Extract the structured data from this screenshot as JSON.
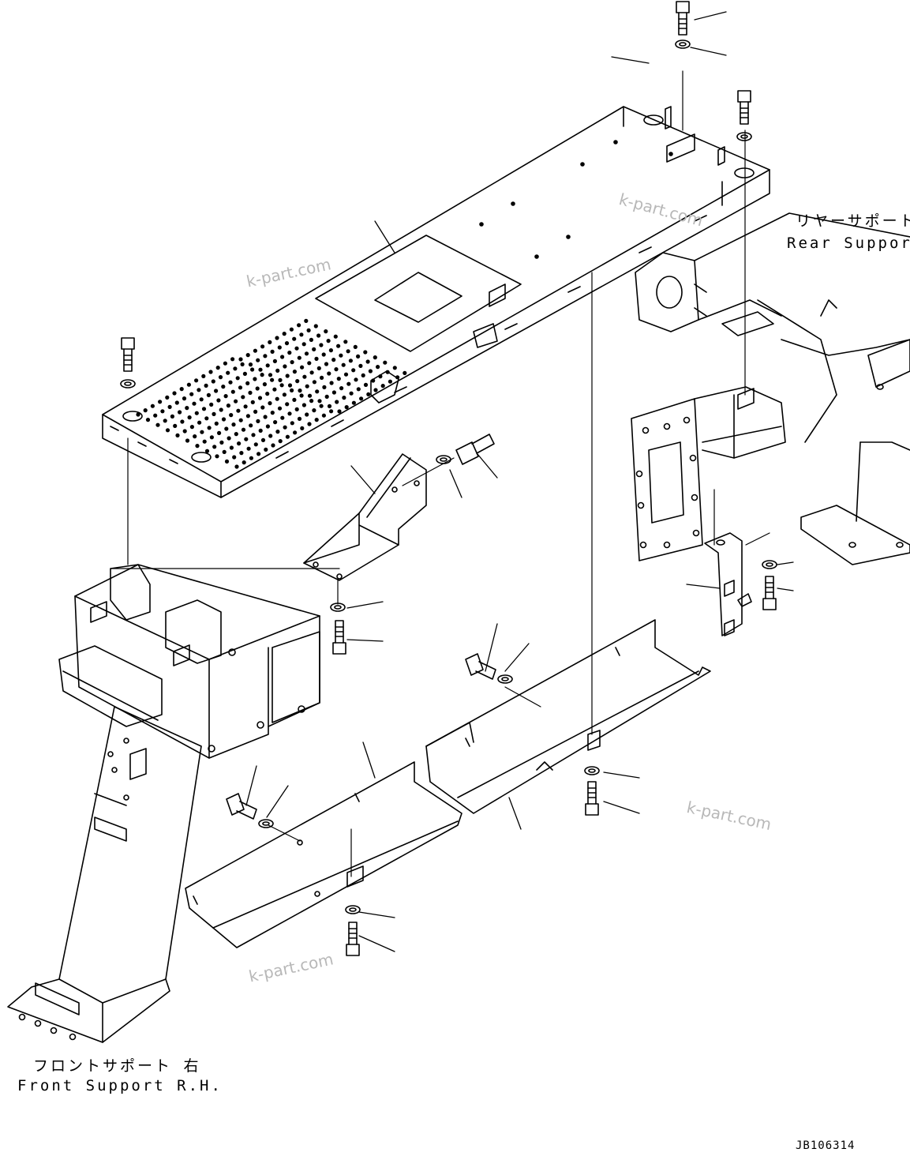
{
  "labels": {
    "rear_support_jp": "リヤーサポート",
    "rear_support_en": "Rear Support",
    "front_support_jp": "フロントサポート 右",
    "front_support_en": "Front Support R.H."
  },
  "watermark": {
    "text": "k-part.com",
    "color": "#b8b8b8"
  },
  "drawing_code": "JB106314",
  "line_color": "#000000"
}
